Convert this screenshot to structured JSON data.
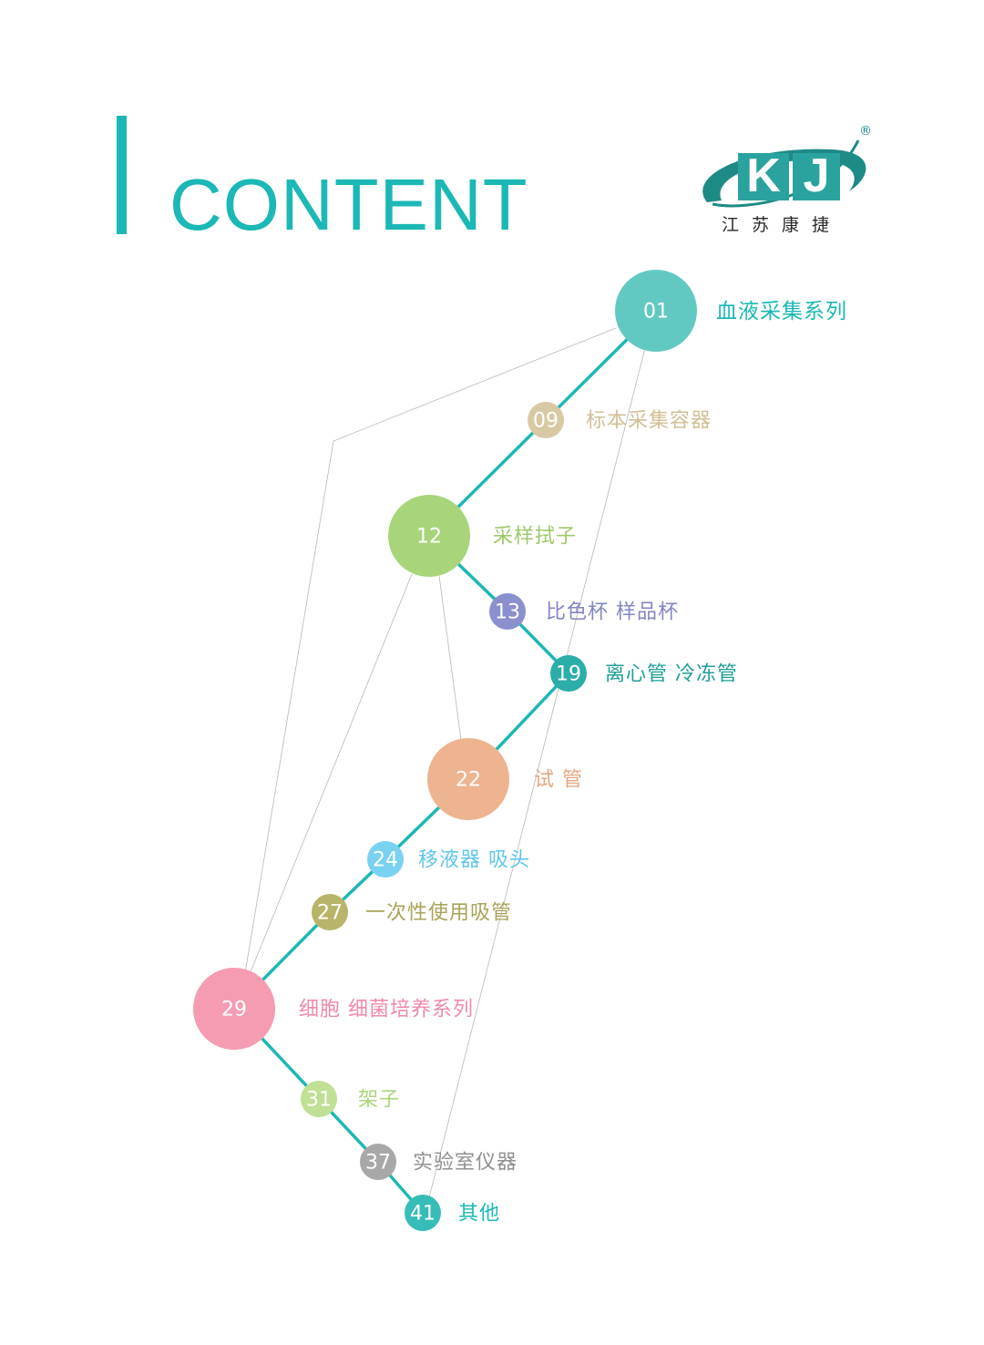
{
  "header": {
    "title": "CONTENT",
    "logo_text": "KJ",
    "logo_registered": "®",
    "logo_company": "江苏康捷"
  },
  "colors": {
    "accent": "#1bb8b5",
    "connector_line": "#b8b8b8"
  },
  "toc": [
    {
      "page": "01",
      "label": "血液采集系列",
      "color": "#62c9c2",
      "label_color": "#1bb8b5"
    },
    {
      "page": "09",
      "label": "标本采集容器",
      "color": "#d8c9a4",
      "label_color": "#d2bf95"
    },
    {
      "page": "12",
      "label": "采样拭子",
      "color": "#a8d57a",
      "label_color": "#9cc968"
    },
    {
      "page": "13",
      "label": "比色杯 样品杯",
      "color": "#8a8fcd",
      "label_color": "#8286c4"
    },
    {
      "page": "19",
      "label": "离心管 冷冻管",
      "color": "#2bada8",
      "label_color": "#1f9e98"
    },
    {
      "page": "22",
      "label": "试 管",
      "color": "#eeb490",
      "label_color": "#e6a680"
    },
    {
      "page": "24",
      "label": "移液器 吸头",
      "color": "#79d2f2",
      "label_color": "#62c6ec"
    },
    {
      "page": "27",
      "label": "一次性使用吸管",
      "color": "#b8b469",
      "label_color": "#a8a458"
    },
    {
      "page": "29",
      "label": "细胞 细菌培养系列",
      "color": "#f59cb2",
      "label_color": "#f08aa6"
    },
    {
      "page": "31",
      "label": "架子",
      "color": "#bfe095",
      "label_color": "#a8d57a"
    },
    {
      "page": "37",
      "label": "实验室仪器",
      "color": "#a8a8a8",
      "label_color": "#909090"
    },
    {
      "page": "41",
      "label": "其他",
      "color": "#36bdb7",
      "label_color": "#1bb8b5"
    }
  ]
}
